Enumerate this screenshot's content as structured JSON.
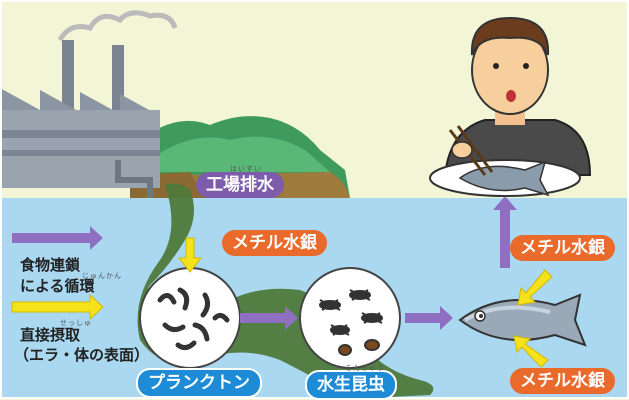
{
  "labels": {
    "drainage": "工場排水",
    "drainage_ruby": "はいすい",
    "mercury_top": "メチル水銀",
    "mercury_right": "メチル水銀",
    "mercury_bottom": "メチル水銀",
    "plankton": "プランクトン",
    "insects": "水生昆虫",
    "insects_ruby": "こんちゅう"
  },
  "legend": {
    "food_chain_line1": "食物連鎖",
    "food_chain_line2": "による循環",
    "food_chain_ruby": "じゅんかん",
    "direct_line1": "直接摂取",
    "direct_line2": "（エラ・体の表面）",
    "direct_ruby": "せっしゅ"
  },
  "colors": {
    "food_chain_arrow": "#8f6fc2",
    "direct_arrow": "#f5e21a",
    "water": "#a9d8f0",
    "sky": "#f3f6d6"
  },
  "icons": [
    "factory",
    "person-eating-fish",
    "plankton-circle",
    "insects-circle",
    "fish"
  ]
}
